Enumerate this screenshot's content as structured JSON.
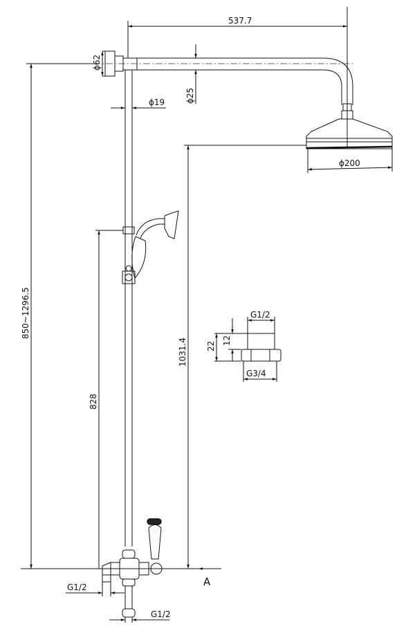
{
  "dimensions": {
    "arm_length": "537.7",
    "wall_flange_dia": "ϕ62",
    "arm_dia": "ϕ25",
    "riser_dia": "ϕ19",
    "head_dia": "ϕ200",
    "overall_height": "850~1296.5",
    "slider_height": "828",
    "head_height": "1031.4",
    "inlet_side": "G1/2",
    "inlet_bottom": "G1/2"
  },
  "detail": {
    "top_thread": "G1/2",
    "bottom_thread": "G3/4",
    "total_height": "22",
    "thread_height": "12"
  },
  "view_label": "A"
}
